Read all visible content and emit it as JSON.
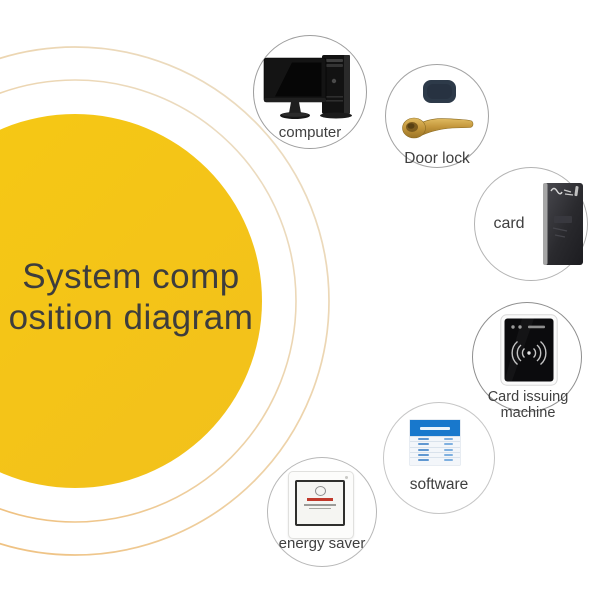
{
  "title": {
    "line1": "System comp",
    "line2": "osition diagram"
  },
  "items": [
    {
      "id": "computer",
      "label": "computer",
      "icon": "desktop-computer-icon"
    },
    {
      "id": "door-lock",
      "label": "Door lock",
      "icon": "door-lock-icon"
    },
    {
      "id": "card",
      "label": "card",
      "icon": "key-card-icon"
    },
    {
      "id": "card-issuing-machine",
      "label": "Card issuing machine",
      "icon": "card-issuing-machine-icon"
    },
    {
      "id": "software",
      "label": "software",
      "icon": "software-window-icon"
    },
    {
      "id": "energy-saver",
      "label": "energy saver",
      "icon": "energy-saver-switch-icon"
    }
  ],
  "colors": {
    "accent_yellow": "#F4C41A",
    "ring_orange": "#F0B96E",
    "ring_tan": "#EADFCA",
    "node_border_gray": "#A9A9A9",
    "label_text": "#3F3F3F",
    "title_text": "#3D3D3D",
    "software_header_blue": "#1878CC",
    "door_reader_navy": "#2D3A49",
    "handle_gold": "#C79A3D",
    "energy_red": "#C0392B"
  }
}
